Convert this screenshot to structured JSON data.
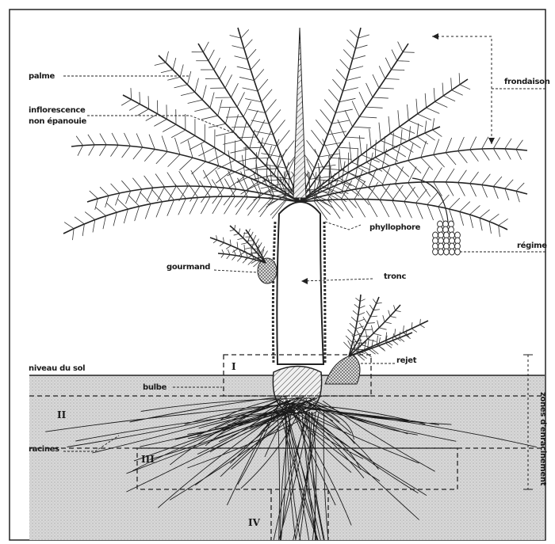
{
  "labels": {
    "palme": "palme",
    "inflorescence_1": "inflorescence",
    "inflorescence_2": "non épanouie",
    "frondaison": "frondaison",
    "phyllophore": "phyllophore",
    "regime": "régime",
    "gourmand": "gourmand",
    "tronc": "tronc",
    "niveau_du_sol": "niveau du sol",
    "rejet": "rejet",
    "bulbe": "bulbe",
    "racines": "racines",
    "zones": "zones d'enracinement"
  },
  "zones": {
    "I": "I",
    "II": "II",
    "III": "III",
    "IV": "IV"
  }
}
